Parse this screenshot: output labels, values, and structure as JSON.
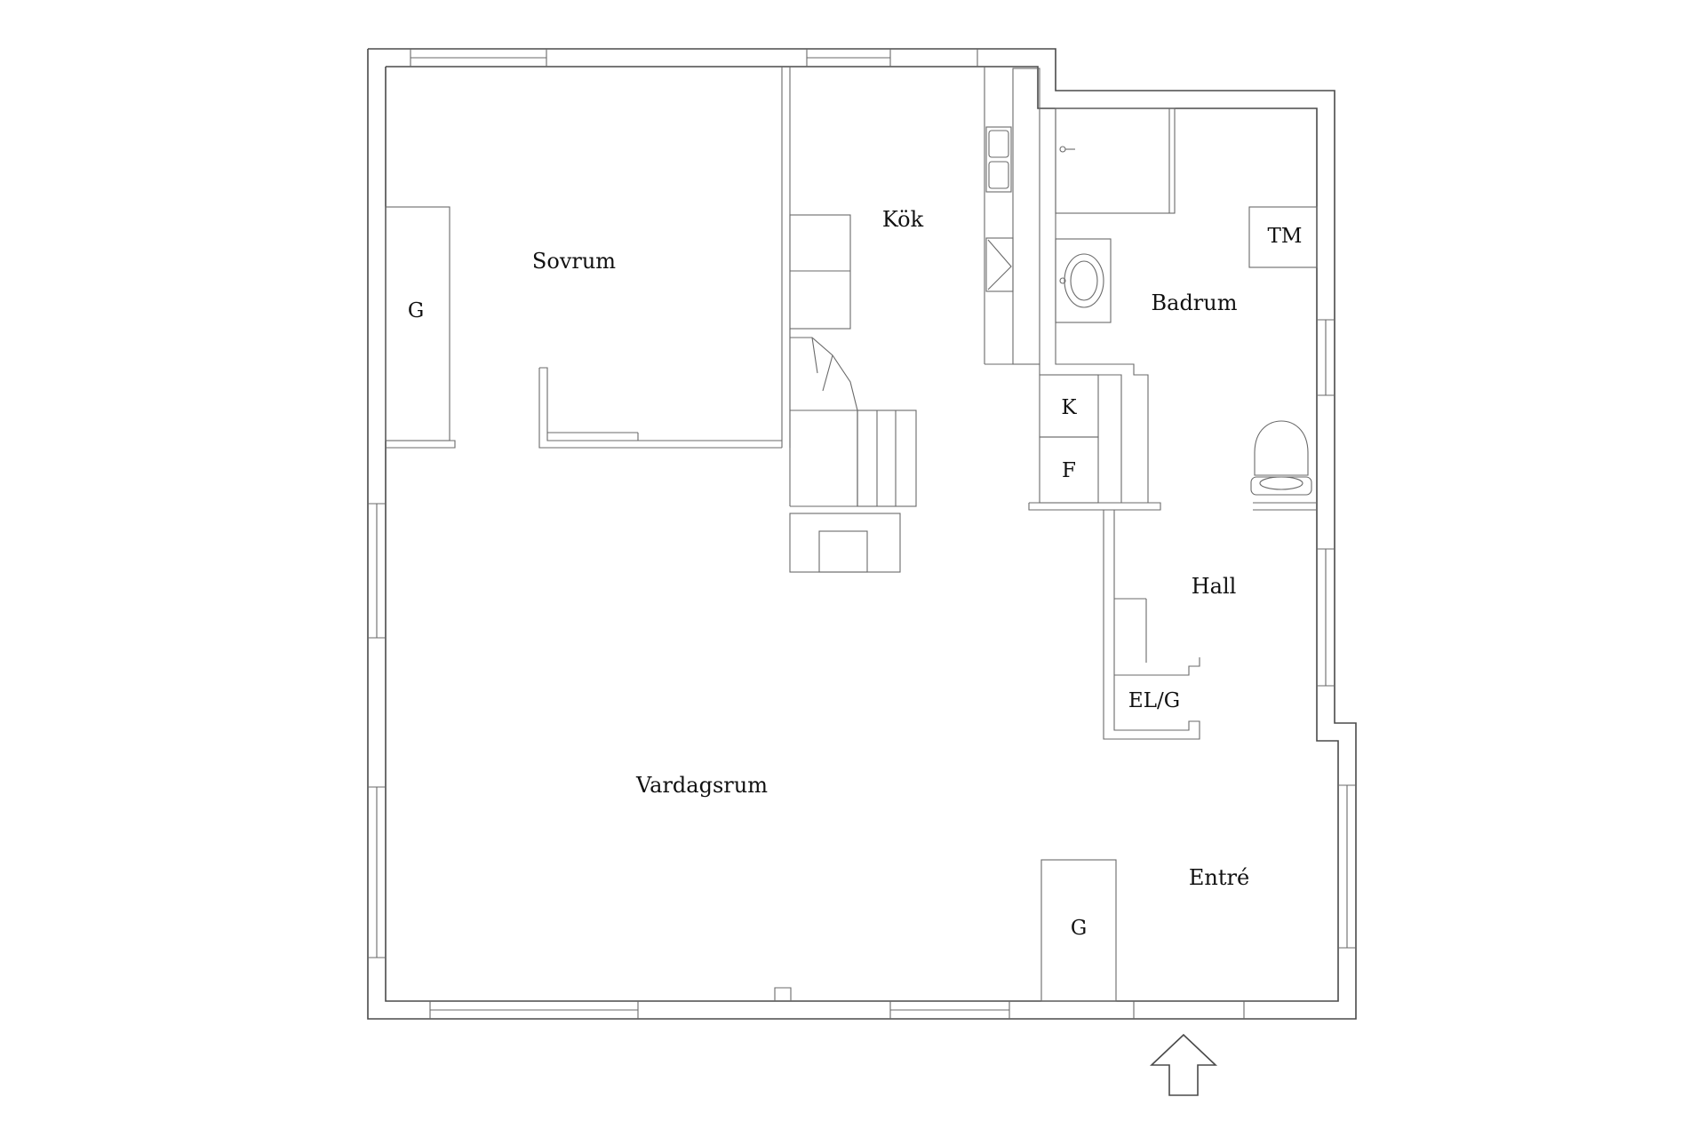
{
  "rooms": {
    "sovrum": "Sovrum",
    "kok": "Kök",
    "badrum": "Badrum",
    "hall": "Hall",
    "vardagsrum": "Vardagsrum",
    "entre": "Entré"
  },
  "fixtures": {
    "wardrobe_bedroom": "G",
    "wardrobe_entrance": "G",
    "washing_machine": "TM",
    "fridge": "K",
    "freezer": "F",
    "electrical_cabinet": "EL/G"
  },
  "colors": {
    "line": "#4a4a4a",
    "background": "#ffffff"
  },
  "icons": [
    "entrance-arrow-icon",
    "toilet-icon",
    "washbasin-icon",
    "kitchen-sink-icon",
    "stove-icon"
  ]
}
